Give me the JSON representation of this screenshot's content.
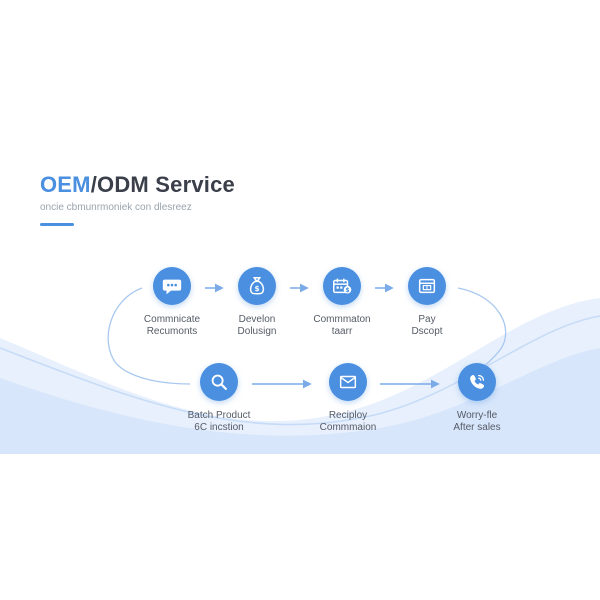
{
  "header": {
    "title_accent": "OEM",
    "title_rest": "/ODM Service",
    "subtitle": "oncie cbmunrmoniek con dlesreez"
  },
  "colors": {
    "accent": "#4a8fe0",
    "connector": "#7aaae8",
    "wave": "#dbe9fb",
    "text": "#555b66"
  },
  "steps": [
    {
      "icon": "chat-bubble-icon",
      "line1": "Commnicate",
      "line2": "Recumonts"
    },
    {
      "icon": "money-bag-icon",
      "line1": "Develon",
      "line2": "Dolusign"
    },
    {
      "icon": "calendar-payment-icon",
      "line1": "Commmaton",
      "line2": "taarr"
    },
    {
      "icon": "payment-window-icon",
      "line1": "Pay",
      "line2": "Dscopt"
    },
    {
      "icon": "magnifier-icon",
      "line1": "Batch Product",
      "line2": "6C incstion"
    },
    {
      "icon": "package-box-icon",
      "line1": "Reciploy",
      "line2": "Commmaion"
    },
    {
      "icon": "phone-support-icon",
      "line1": "Worry-fle",
      "line2": "After sales"
    }
  ]
}
